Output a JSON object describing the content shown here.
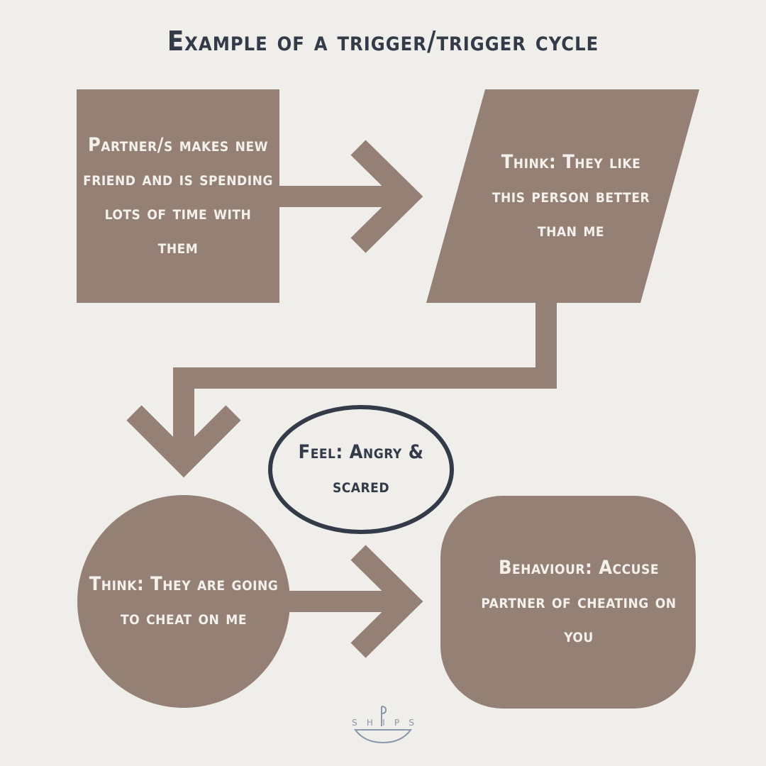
{
  "title": "Example of a trigger/trigger cycle",
  "nodes": {
    "trigger": "Partner/s makes new friend and is spending lots of time with them",
    "think_1": "Think: They like this person better than me",
    "think_2": "Think: They are going to cheat on me",
    "behaviour": "Behaviour: Accuse partner of cheating on you",
    "feel": "Feel: Angry & scared"
  },
  "logo": {
    "letters": [
      "S",
      "H",
      "I",
      "P",
      "S"
    ]
  },
  "colors": {
    "background": "#f0eeea",
    "shape_fill": "#948075",
    "text_dark": "#333a48",
    "text_light": "#f4f1ec",
    "logo": "#8a96aa"
  }
}
